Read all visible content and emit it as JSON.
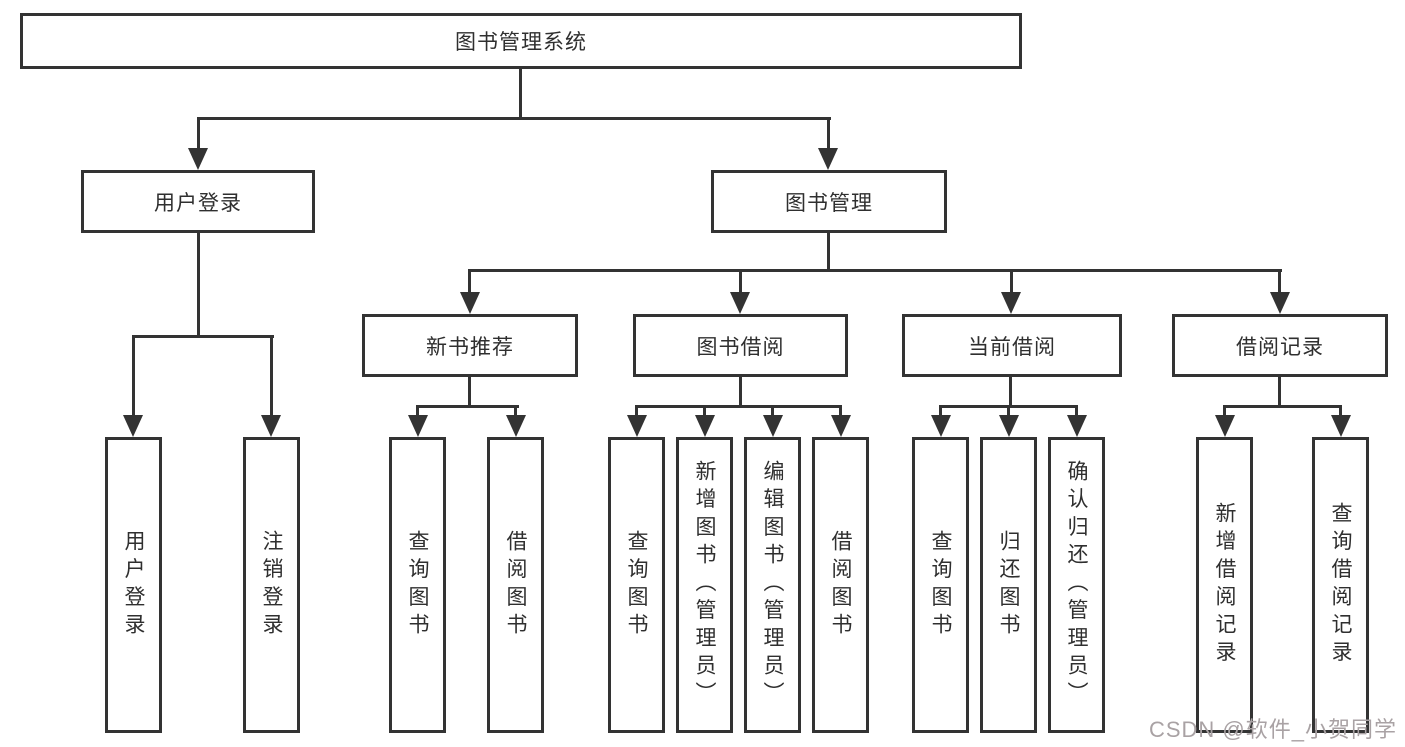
{
  "diagram": {
    "type": "hierarchy-tree",
    "root": "图书管理系统",
    "level2": {
      "user_login": "用户登录",
      "book_mgmt": "图书管理"
    },
    "level3": {
      "new_books": "新书推荐",
      "book_borrow": "图书借阅",
      "current_borrow": "当前借阅",
      "borrow_records": "借阅记录"
    },
    "leaves": {
      "user_login": "用户登录",
      "logout": "注销登录",
      "new_query": "查询图书",
      "new_borrow": "借阅图书",
      "borrow_query": "查询图书",
      "borrow_add": "新增图书（管理员）",
      "borrow_edit": "编辑图书（管理员）",
      "borrow_borrow": "借阅图书",
      "current_query": "查询图书",
      "current_return": "归还图书",
      "current_confirm": "确认归还（管理员）",
      "record_add": "新增借阅记录",
      "record_query": "查询借阅记录"
    }
  },
  "watermark": {
    "text": "CSDN @软件_小贺同学"
  },
  "colors": {
    "line": "#333333",
    "text": "#2f2f2f",
    "page-bg": "#ffffff",
    "watermark": "#a9a2a4"
  }
}
